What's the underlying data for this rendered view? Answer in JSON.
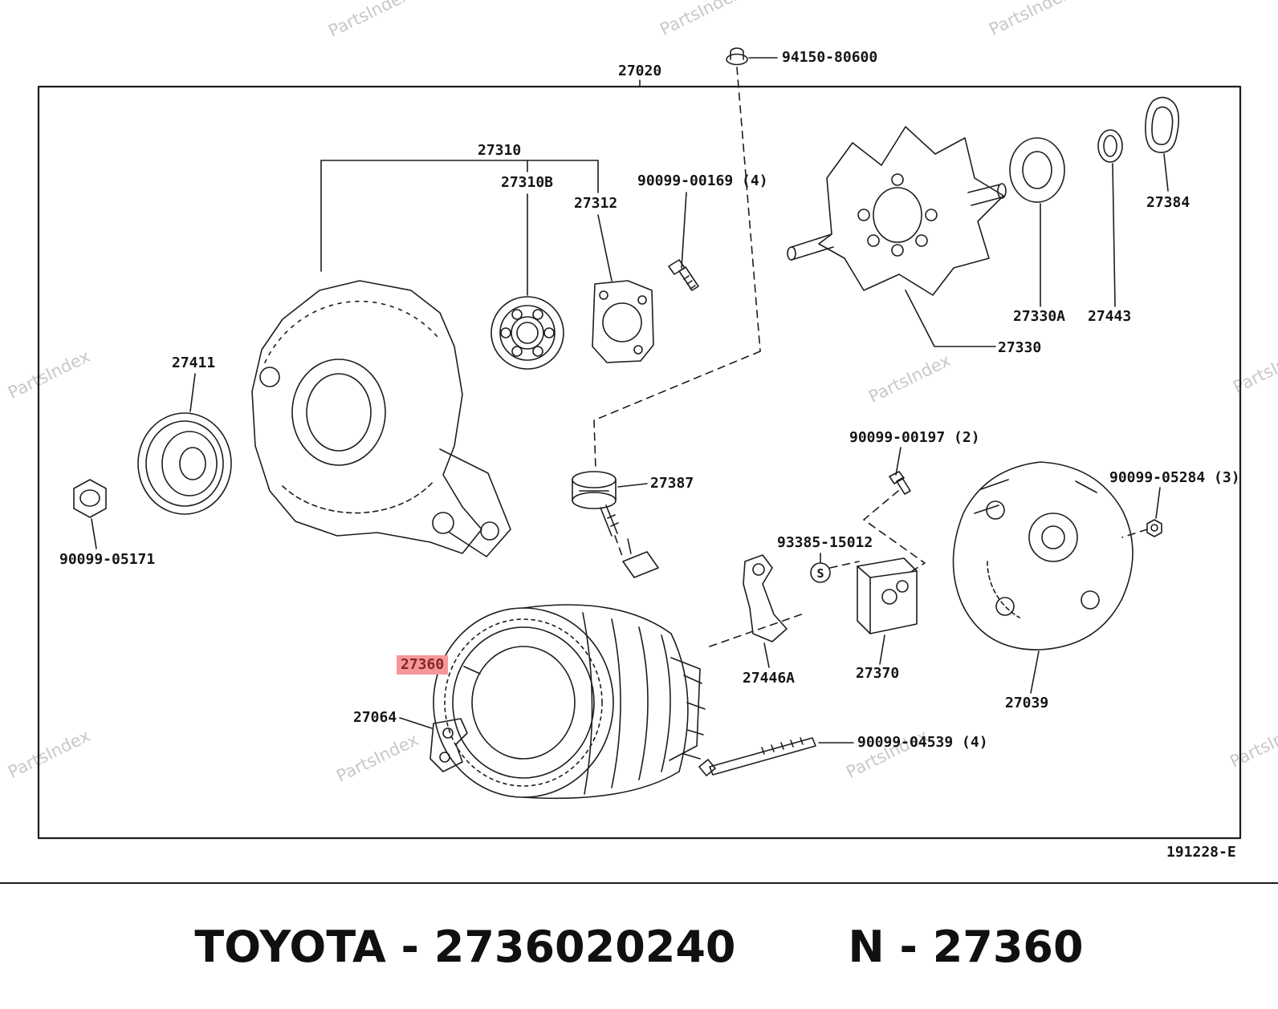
{
  "page": {
    "background": "#ffffff"
  },
  "watermark": {
    "text": "PartsIndex"
  },
  "diagram": {
    "code": "191228-E",
    "highlight_bg": "#f2989c",
    "highlight_text_color": "#8b2426"
  },
  "labels": {
    "p94150_80600": "94150-80600",
    "p27020": "27020",
    "p27310": "27310",
    "p27310b": "27310B",
    "p27312": "27312",
    "p90099_00169": "90099-00169 (4)",
    "p27384": "27384",
    "p27411": "27411",
    "p27330a": "27330A",
    "p27443": "27443",
    "p27330": "27330",
    "p90099_05171": "90099-05171",
    "p27387": "27387",
    "p90099_00197": "90099-00197 (2)",
    "p90099_05284": "90099-05284 (3)",
    "p93385_15012": "93385-15012",
    "p27446a": "27446A",
    "p27370": "27370",
    "p27360": "27360",
    "p27064": "27064",
    "p27039": "27039",
    "p90099_04539": "90099-04539 (4)",
    "s_marker": "S"
  },
  "footer": {
    "brand_part": "TOYOTA - 2736020240",
    "part_ref": "N - 27360"
  }
}
